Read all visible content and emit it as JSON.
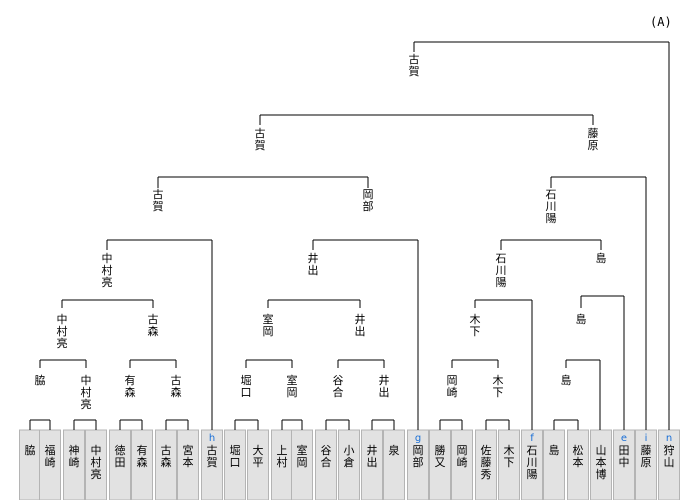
{
  "page_label": "(A)",
  "colors": {
    "line": "#000000",
    "seed_text": "#1a6fd6",
    "player_cell_bg": "#e2e2e2",
    "player_cell_border": "#b4b4b4"
  },
  "players": [
    {
      "name": "脇",
      "seed": ""
    },
    {
      "name": "福崎",
      "seed": ""
    },
    {
      "name": "神崎",
      "seed": ""
    },
    {
      "name": "中村亮",
      "seed": ""
    },
    {
      "name": "徳田",
      "seed": ""
    },
    {
      "name": "有森",
      "seed": ""
    },
    {
      "name": "古森",
      "seed": ""
    },
    {
      "name": "宮本",
      "seed": ""
    },
    {
      "name": "古賀",
      "seed": "h"
    },
    {
      "name": "堀口",
      "seed": ""
    },
    {
      "name": "大平",
      "seed": ""
    },
    {
      "name": "上村",
      "seed": ""
    },
    {
      "name": "室岡",
      "seed": ""
    },
    {
      "name": "谷合",
      "seed": ""
    },
    {
      "name": "小倉",
      "seed": ""
    },
    {
      "name": "井出",
      "seed": ""
    },
    {
      "name": "泉",
      "seed": ""
    },
    {
      "name": "岡部",
      "seed": "g"
    },
    {
      "name": "勝又",
      "seed": ""
    },
    {
      "name": "岡崎",
      "seed": ""
    },
    {
      "name": "佐藤秀",
      "seed": ""
    },
    {
      "name": "木下",
      "seed": ""
    },
    {
      "name": "石川陽",
      "seed": "f"
    },
    {
      "name": "島",
      "seed": ""
    },
    {
      "name": "松本",
      "seed": ""
    },
    {
      "name": "山本博",
      "seed": ""
    },
    {
      "name": "田中",
      "seed": "e"
    },
    {
      "name": "藤原",
      "seed": "i"
    },
    {
      "name": "狩山",
      "seed": "n"
    }
  ],
  "rounds": {
    "first": [
      "脇",
      "中村亮",
      "有森",
      "古森",
      "堀口",
      "室岡",
      "谷合",
      "井出",
      "岡崎",
      "木下",
      "島"
    ],
    "second": [
      "中村亮",
      "古森",
      "室岡",
      "井出",
      "木下",
      "島"
    ],
    "third": [
      "中村亮",
      "井出",
      "石川陽",
      "島"
    ],
    "quarterfinal": [
      "古賀",
      "岡部",
      "石川陽"
    ],
    "semifinal": [
      "古賀",
      "藤原"
    ],
    "final": [
      "古賀"
    ]
  }
}
